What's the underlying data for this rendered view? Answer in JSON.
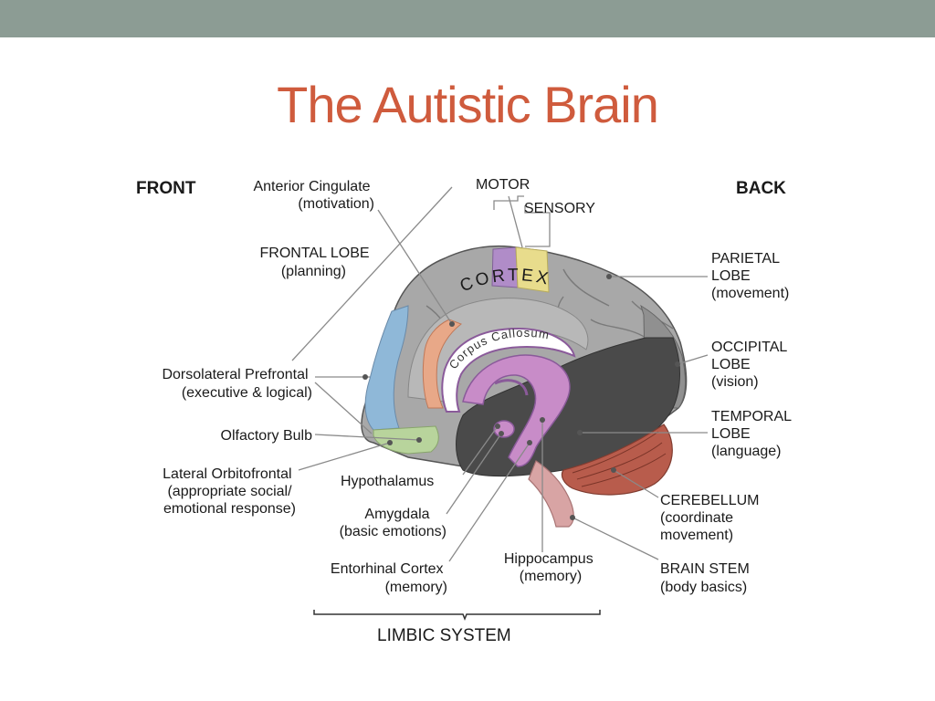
{
  "slide": {
    "title": "The Autistic Brain"
  },
  "figure": {
    "headers": {
      "front": "FRONT",
      "back": "BACK"
    },
    "brain_text": {
      "cortex": "CORTEX",
      "corpus_callosum": "Corpus Callosum"
    },
    "labels": {
      "anterior_cingulate": [
        "Anterior Cingulate",
        "(motivation)"
      ],
      "motor": [
        "MOTOR"
      ],
      "sensory": [
        "SENSORY"
      ],
      "frontal_lobe": [
        "FRONTAL LOBE",
        "(planning)"
      ],
      "parietal_lobe": [
        "PARIETAL",
        "LOBE",
        "(movement)"
      ],
      "occipital_lobe": [
        "OCCIPITAL",
        "LOBE",
        "(vision)"
      ],
      "dorsolateral_prefrontal": [
        "Dorsolateral Prefrontal",
        "(executive & logical)"
      ],
      "temporal_lobe": [
        "TEMPORAL",
        "LOBE",
        "(language)"
      ],
      "olfactory_bulb": [
        "Olfactory Bulb"
      ],
      "lateral_orbitofrontal": [
        "Lateral Orbitofrontal",
        "(appropriate social/",
        "emotional response)"
      ],
      "hypothalamus": [
        "Hypothalamus"
      ],
      "cerebellum": [
        "CEREBELLUM",
        "(coordinate",
        "movement)"
      ],
      "amygdala": [
        "Amygdala",
        "(basic emotions)"
      ],
      "entorhinal_cortex": [
        "Entorhinal Cortex",
        "(memory)"
      ],
      "hippocampus": [
        "Hippocampus",
        "(memory)"
      ],
      "brain_stem": [
        "BRAIN STEM",
        "(body basics)"
      ],
      "limbic_system": [
        "LIMBIC SYSTEM"
      ]
    },
    "colors": {
      "title": "#cf5b3d",
      "top_bar": "#8c9c94",
      "cortex_gray": "#a8a8a8",
      "dark_gray": "#4a4a4a",
      "prefrontal_blue": "#8fb8d8",
      "motor_purple": "#b08cc8",
      "sensory_yellow": "#e8dc8c",
      "olfactory_green": "#b8d49c",
      "cingulate_salmon": "#e8a888",
      "limbic_purple": "#c88cc8",
      "cerebellum_red": "#b85c4c",
      "brainstem_pink": "#d8a4a4"
    }
  }
}
